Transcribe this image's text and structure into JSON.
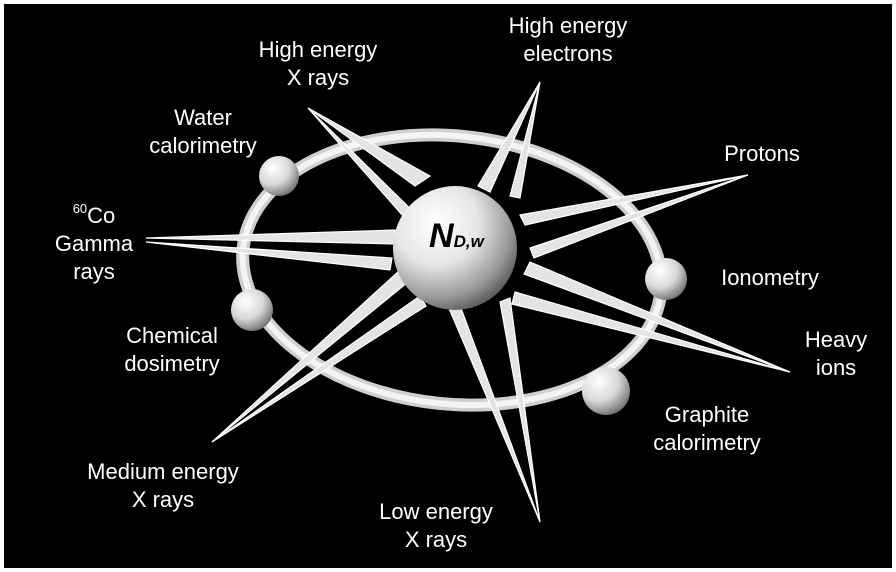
{
  "center": {
    "main": "N",
    "sub": "D,w"
  },
  "radiation_types": {
    "high_energy_x_rays": {
      "line1": "High energy",
      "line2": "X rays"
    },
    "high_energy_electrons": {
      "line1": "High energy",
      "line2": "electrons"
    },
    "protons": {
      "line1": "Protons"
    },
    "heavy_ions": {
      "line1": "Heavy",
      "line2": "ions"
    },
    "low_energy_x_rays": {
      "line1": "Low energy",
      "line2": "X rays"
    },
    "medium_energy_x_rays": {
      "line1": "Medium energy",
      "line2": "X rays"
    },
    "co60_gamma": {
      "sup": "60",
      "line1_rest": "Co",
      "line2": "Gamma",
      "line3": "rays"
    }
  },
  "dosimetry_methods": {
    "water_calorimetry": {
      "line1": "Water",
      "line2": "calorimetry"
    },
    "chemical_dosimetry": {
      "line1": "Chemical",
      "line2": "dosimetry"
    },
    "ionometry": {
      "line1": "Ionometry"
    },
    "graphite_calorimetry": {
      "line1": "Graphite",
      "line2": "calorimetry"
    }
  },
  "colors": {
    "background": "#000000",
    "text": "#ffffff",
    "structure": "#e8e8e8"
  }
}
